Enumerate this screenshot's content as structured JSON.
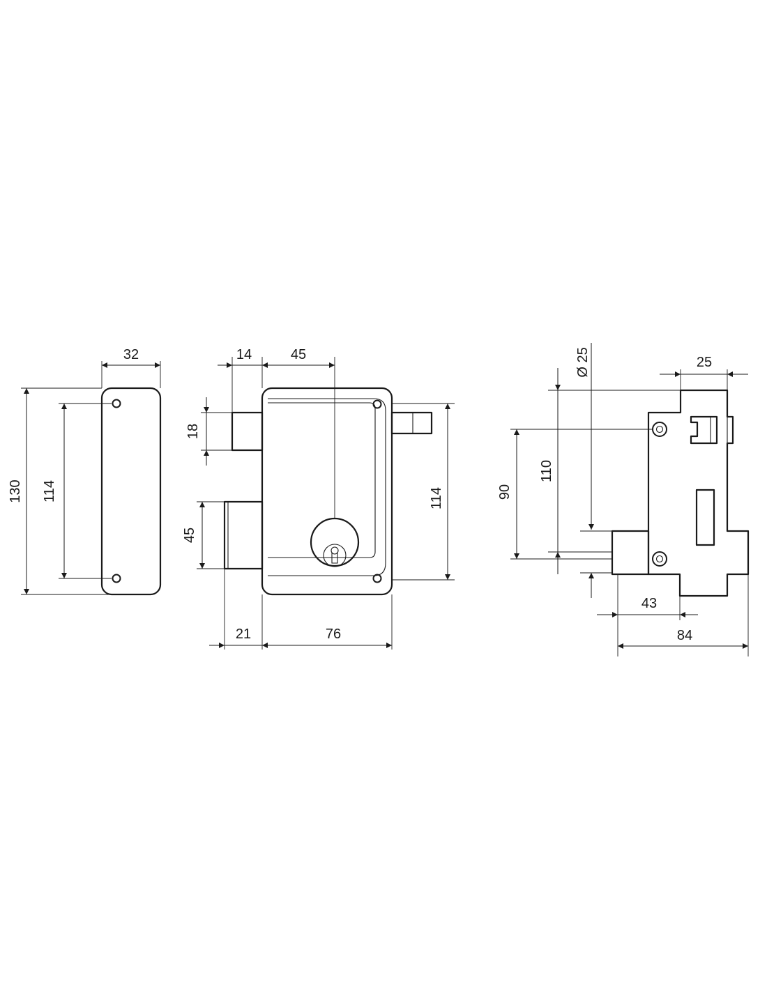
{
  "views": {
    "front_plate": {
      "width": "32",
      "height": "130",
      "hole_spacing": "114"
    },
    "lock_body": {
      "bolt_offset": "14",
      "cylinder_offset": "45",
      "upper_bolt_height": "18",
      "lower_bolt_height": "45",
      "hole_spacing": "114",
      "bolt_projection": "21",
      "body_width": "76"
    },
    "side_view": {
      "cylinder_diameter": "Ø 25",
      "top_width": "25",
      "cylinder_height": "110",
      "hole_spacing": "90",
      "bottom_depth": "43",
      "overall_depth": "84"
    }
  }
}
